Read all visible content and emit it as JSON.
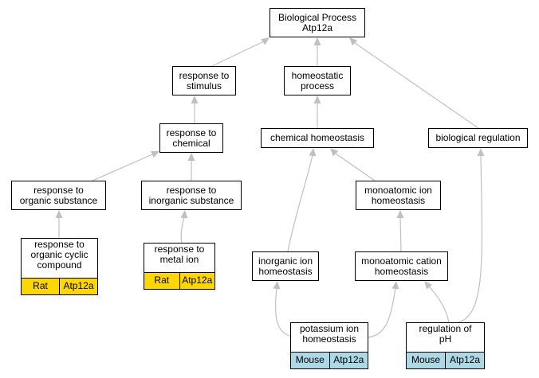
{
  "diagram": {
    "colors": {
      "edge": "#c0c0c0",
      "rat": "#ffd700",
      "mouse": "#add8e6"
    },
    "nodes": {
      "root": "Biological Process\nAtp12a",
      "response_to_stimulus": "response to\nstimulus",
      "homeostatic_process": "homeostatic\nprocess",
      "response_to_chemical": "response to\nchemical",
      "chemical_homeostasis": "chemical homeostasis",
      "biological_regulation": "biological regulation",
      "response_to_organic_substance": "response to\norganic substance",
      "response_to_inorganic_substance": "response to\ninorganic substance",
      "monoatomic_ion_homeostasis": "monoatomic ion\nhomeostasis",
      "response_to_organic_cyclic_compound": "response to\norganic cyclic\ncompound",
      "response_to_metal_ion": "response to\nmetal ion",
      "inorganic_ion_homeostasis": "inorganic ion\nhomeostasis",
      "monoatomic_cation_homeostasis": "monoatomic cation\nhomeostasis",
      "potassium_ion_homeostasis": "potassium ion\nhomeostasis",
      "regulation_of_ph": "regulation of\npH"
    },
    "annotations": {
      "response_to_organic_cyclic_compound": {
        "species": "Rat",
        "gene": "Atp12a"
      },
      "response_to_metal_ion": {
        "species": "Rat",
        "gene": "Atp12a"
      },
      "potassium_ion_homeostasis": {
        "species": "Mouse",
        "gene": "Atp12a"
      },
      "regulation_of_ph": {
        "species": "Mouse",
        "gene": "Atp12a"
      }
    }
  }
}
